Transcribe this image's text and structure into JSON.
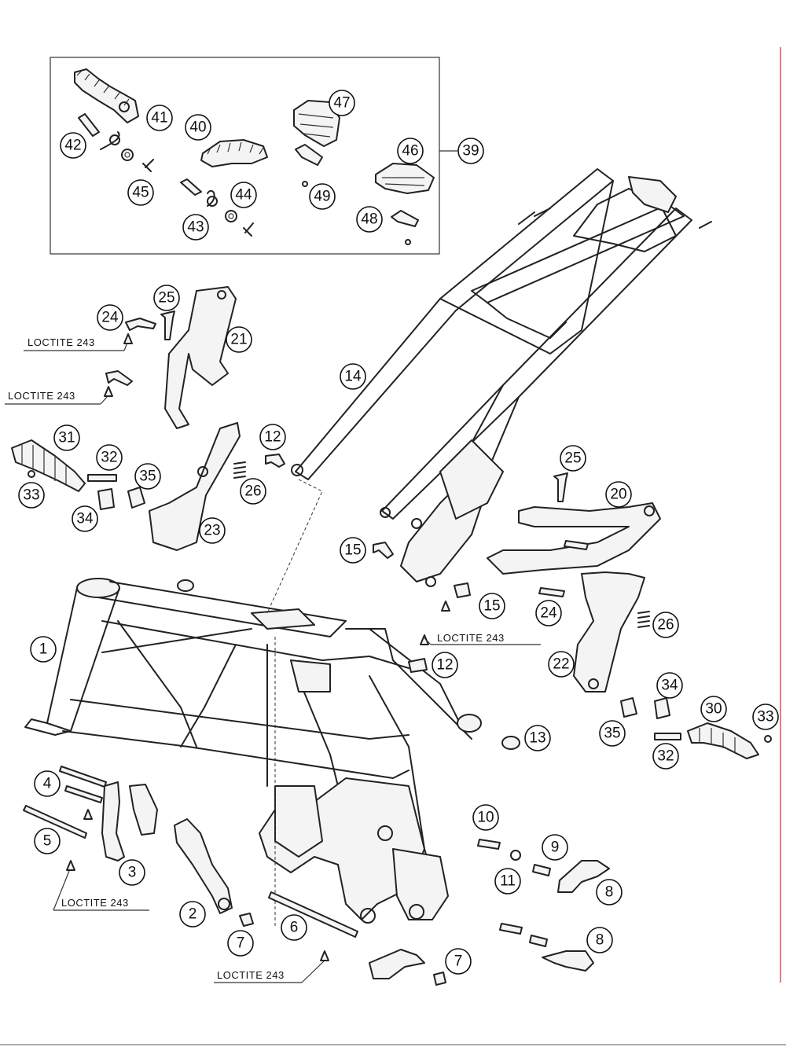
{
  "callouts": {
    "c1": "1",
    "c2": "2",
    "c3": "3",
    "c4": "4",
    "c5": "5",
    "c6": "6",
    "c7": "7",
    "c8": "8",
    "c9": "9",
    "c10": "10",
    "c11": "11",
    "c12": "12",
    "c13": "13",
    "c14": "14",
    "c15": "15",
    "c20": "20",
    "c21": "21",
    "c22": "22",
    "c23": "23",
    "c24": "24",
    "c25": "25",
    "c26": "26",
    "c30": "30",
    "c31": "31",
    "c32": "32",
    "c33": "33",
    "c34": "34",
    "c35": "35",
    "c39": "39",
    "c40": "40",
    "c41": "41",
    "c42": "42",
    "c43": "43",
    "c44": "44",
    "c45": "45",
    "c46": "46",
    "c47": "47",
    "c48": "48",
    "c49": "49"
  },
  "notes": {
    "loctite": "LOCTITE 243"
  }
}
